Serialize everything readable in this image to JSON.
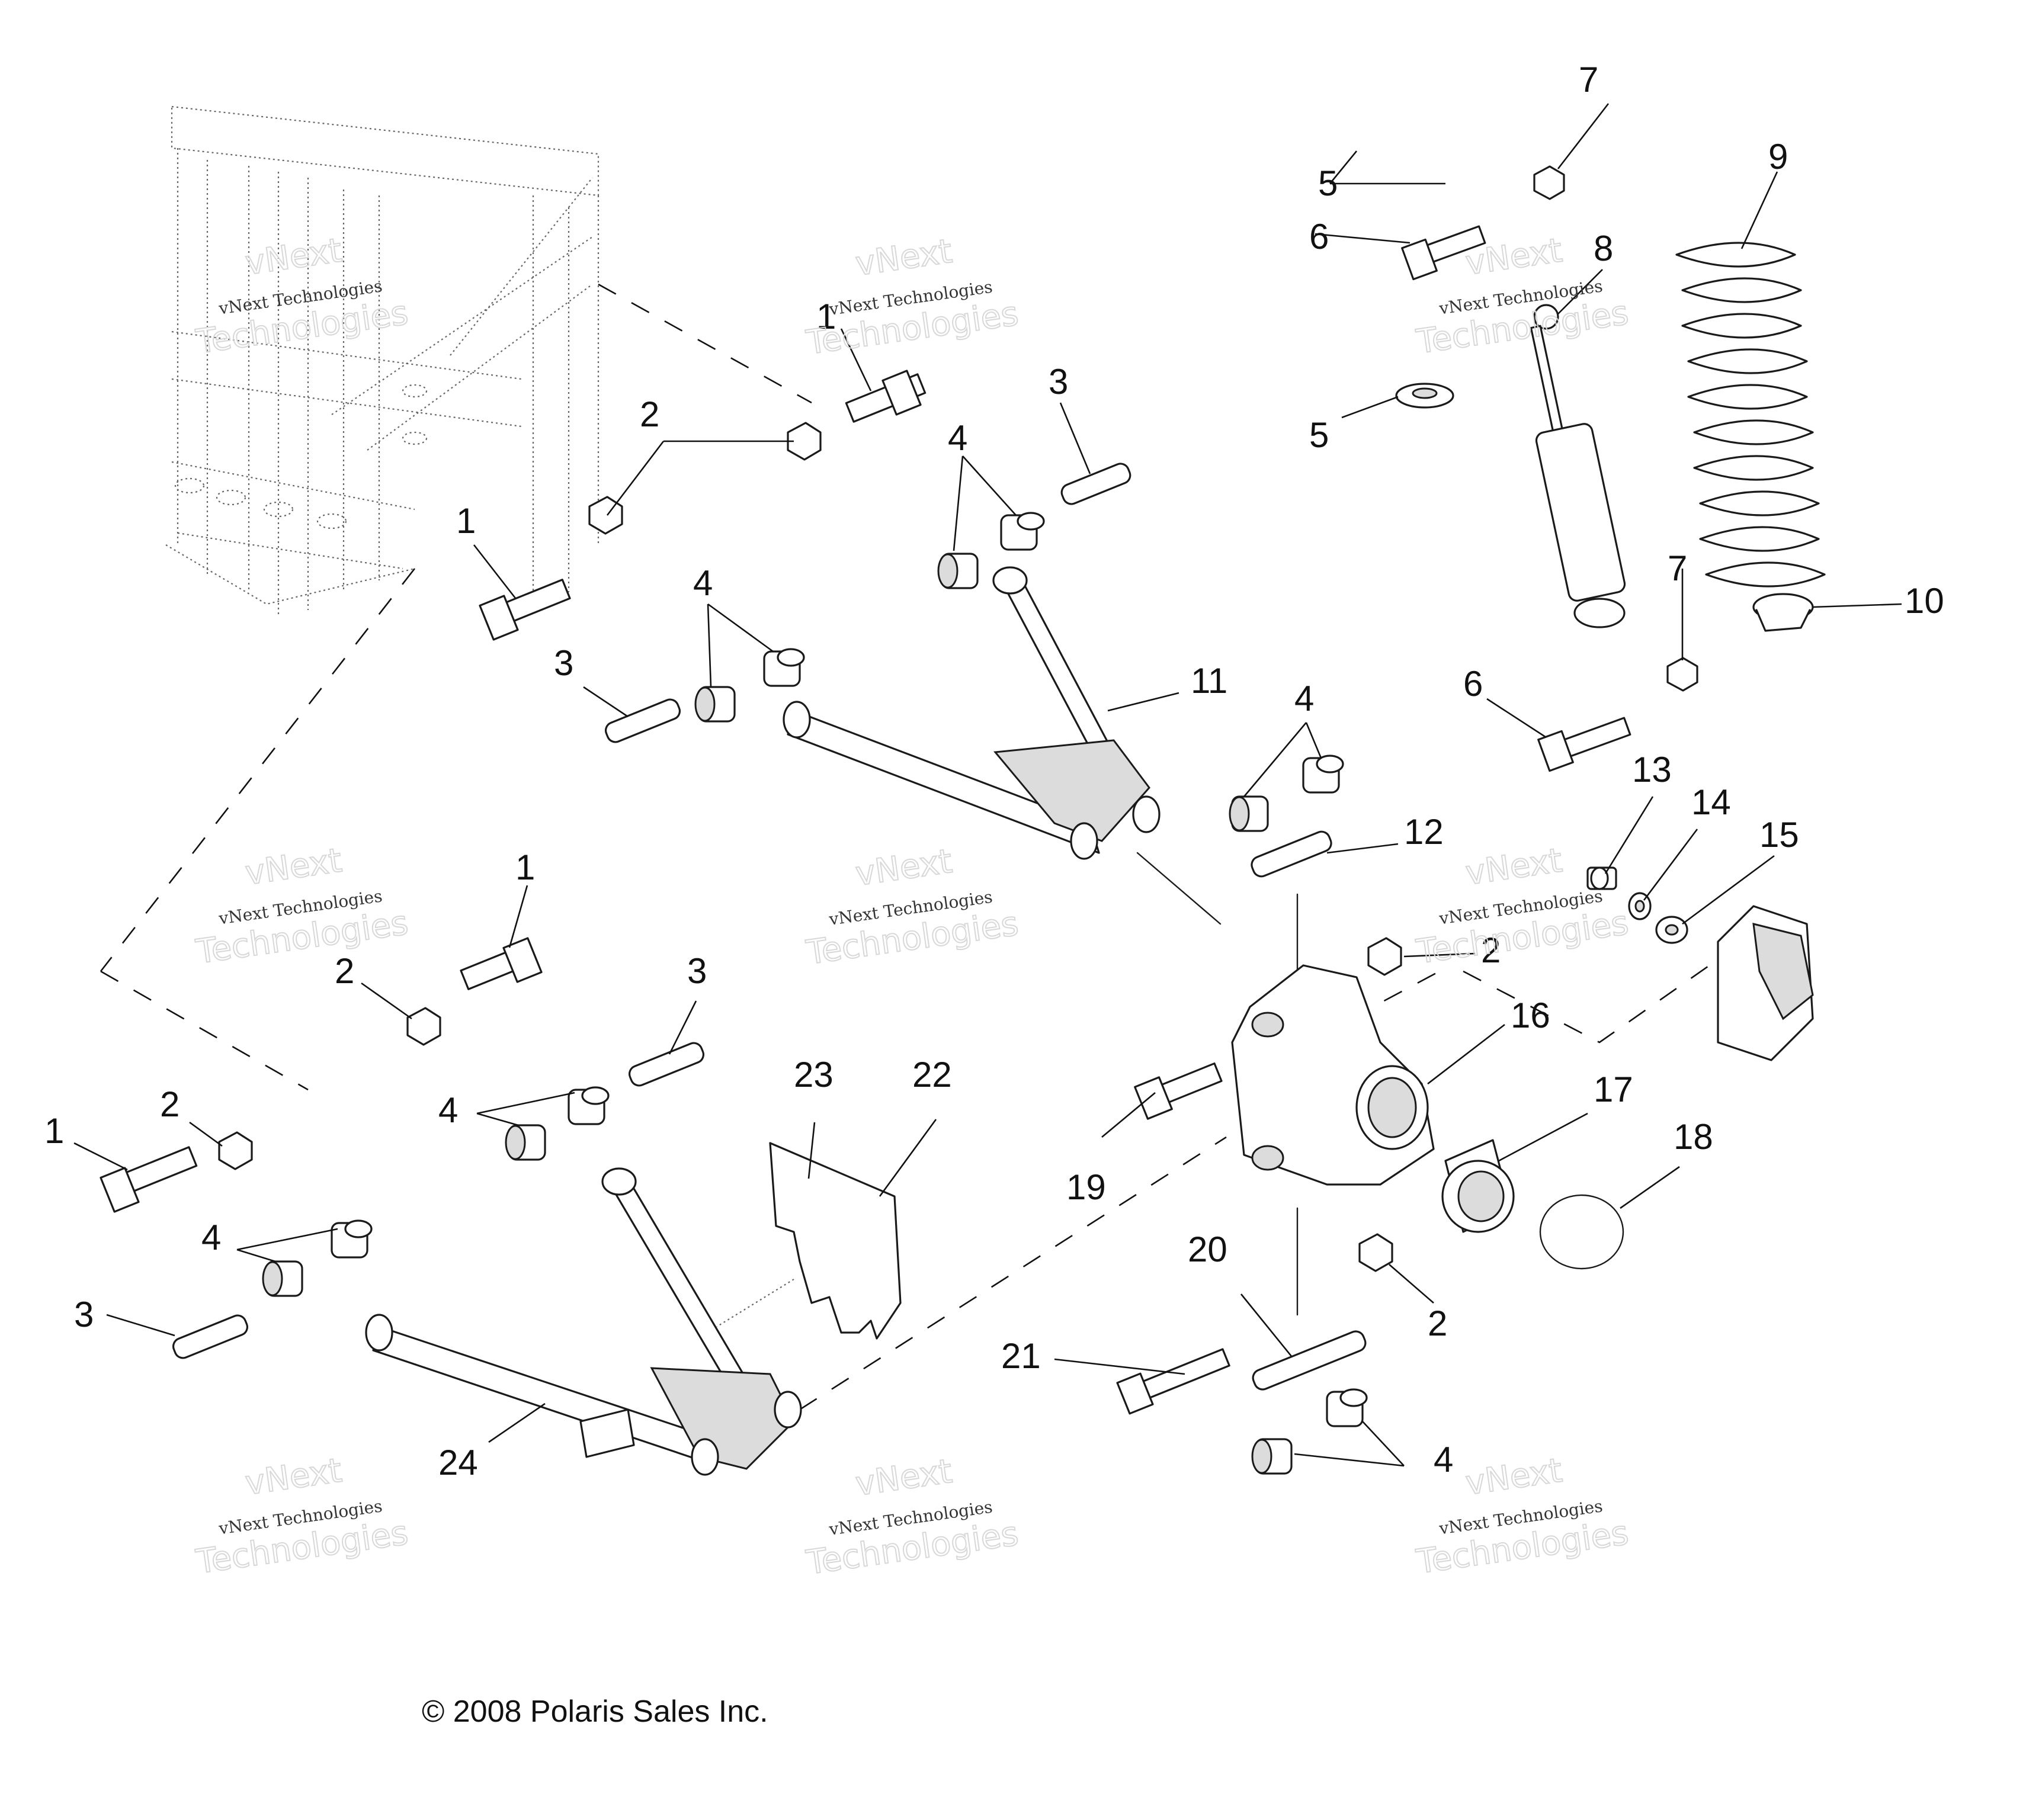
{
  "copyright": "© 2008 Polaris Sales Inc.",
  "watermark": {
    "line1": "vNext",
    "line2": "vNext Technologies",
    "line3": "Technologies"
  },
  "callouts": [
    "1",
    "2",
    "3",
    "4",
    "5",
    "6",
    "7",
    "8",
    "9",
    "10",
    "11",
    "12",
    "13",
    "14",
    "15",
    "16",
    "17",
    "18",
    "19",
    "20",
    "21",
    "22",
    "23",
    "24"
  ],
  "colors": {
    "ink": "#111111",
    "watermark": "#c4c4c4",
    "background": "#ffffff"
  }
}
